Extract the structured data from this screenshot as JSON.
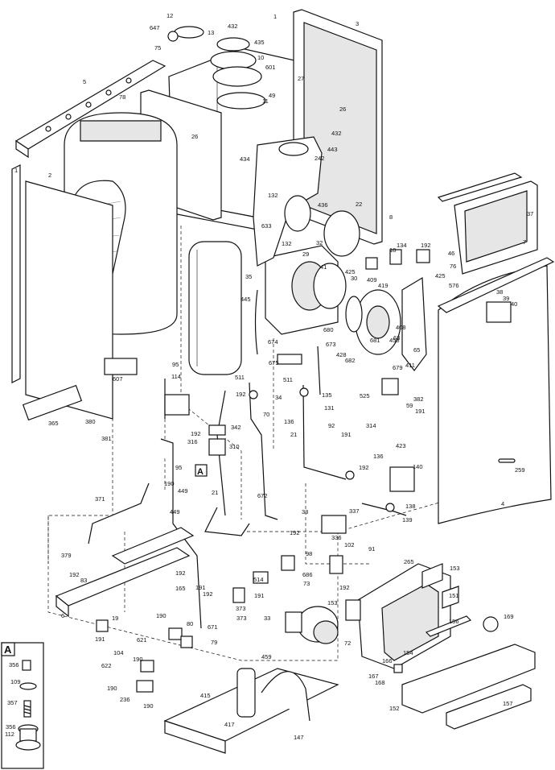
{
  "diagram": {
    "inset_label": "A",
    "inset_marker": "A",
    "callouts": [
      {
        "id": "c12",
        "text": "12"
      },
      {
        "id": "c647",
        "text": "647"
      },
      {
        "id": "c13",
        "text": "13"
      },
      {
        "id": "c432a",
        "text": "432"
      },
      {
        "id": "c75a",
        "text": "75"
      },
      {
        "id": "c435",
        "text": "435"
      },
      {
        "id": "c10",
        "text": "10"
      },
      {
        "id": "c1a",
        "text": "1"
      },
      {
        "id": "c3",
        "text": "3"
      },
      {
        "id": "c601",
        "text": "601"
      },
      {
        "id": "c27",
        "text": "27"
      },
      {
        "id": "c49",
        "text": "49"
      },
      {
        "id": "c11",
        "text": "11"
      },
      {
        "id": "c5",
        "text": "5"
      },
      {
        "id": "c78",
        "text": "78"
      },
      {
        "id": "c26a",
        "text": "26"
      },
      {
        "id": "c26b",
        "text": "26"
      },
      {
        "id": "c432b",
        "text": "432"
      },
      {
        "id": "c443",
        "text": "443"
      },
      {
        "id": "c434",
        "text": "434"
      },
      {
        "id": "c242",
        "text": "242"
      },
      {
        "id": "c1b",
        "text": "1"
      },
      {
        "id": "c2",
        "text": "2"
      },
      {
        "id": "c132a",
        "text": "132"
      },
      {
        "id": "c436",
        "text": "436"
      },
      {
        "id": "c22",
        "text": "22"
      },
      {
        "id": "c8",
        "text": "8"
      },
      {
        "id": "c37",
        "text": "37"
      },
      {
        "id": "c633",
        "text": "633"
      },
      {
        "id": "c132b",
        "text": "132"
      },
      {
        "id": "c32",
        "text": "32"
      },
      {
        "id": "c18",
        "text": "18"
      },
      {
        "id": "c134",
        "text": "134"
      },
      {
        "id": "c192a",
        "text": "192"
      },
      {
        "id": "c46",
        "text": "46"
      },
      {
        "id": "c7",
        "text": "7"
      },
      {
        "id": "c29",
        "text": "29"
      },
      {
        "id": "c41",
        "text": "41"
      },
      {
        "id": "c425a",
        "text": "425"
      },
      {
        "id": "c30",
        "text": "30"
      },
      {
        "id": "c409",
        "text": "409"
      },
      {
        "id": "c419",
        "text": "419"
      },
      {
        "id": "c425b",
        "text": "425"
      },
      {
        "id": "c76",
        "text": "76"
      },
      {
        "id": "c576",
        "text": "576"
      },
      {
        "id": "c35",
        "text": "35"
      },
      {
        "id": "c445",
        "text": "445"
      },
      {
        "id": "c38",
        "text": "38"
      },
      {
        "id": "c39",
        "text": "39"
      },
      {
        "id": "c40",
        "text": "40"
      },
      {
        "id": "c680",
        "text": "680"
      },
      {
        "id": "c674",
        "text": "674"
      },
      {
        "id": "c673",
        "text": "673"
      },
      {
        "id": "c408",
        "text": "408"
      },
      {
        "id": "c458",
        "text": "458"
      },
      {
        "id": "c428",
        "text": "428"
      },
      {
        "id": "c682",
        "text": "682"
      },
      {
        "id": "c675",
        "text": "675"
      },
      {
        "id": "c95a",
        "text": "95"
      },
      {
        "id": "c114",
        "text": "114"
      },
      {
        "id": "c607",
        "text": "607"
      },
      {
        "id": "c511a",
        "text": "511"
      },
      {
        "id": "c511b",
        "text": "511"
      },
      {
        "id": "c681",
        "text": "681"
      },
      {
        "id": "c63",
        "text": "63"
      },
      {
        "id": "c65",
        "text": "65"
      },
      {
        "id": "c411",
        "text": "411"
      },
      {
        "id": "c679",
        "text": "679"
      },
      {
        "id": "c192b",
        "text": "192"
      },
      {
        "id": "c34",
        "text": "34"
      },
      {
        "id": "c135",
        "text": "135"
      },
      {
        "id": "c525",
        "text": "525"
      },
      {
        "id": "c59",
        "text": "59"
      },
      {
        "id": "c382",
        "text": "382"
      },
      {
        "id": "c131",
        "text": "131"
      },
      {
        "id": "c191a",
        "text": "191"
      },
      {
        "id": "c365",
        "text": "365"
      },
      {
        "id": "c70",
        "text": "70"
      },
      {
        "id": "c136a",
        "text": "136"
      },
      {
        "id": "c380",
        "text": "380"
      },
      {
        "id": "c381",
        "text": "381"
      },
      {
        "id": "c342",
        "text": "342"
      },
      {
        "id": "c92",
        "text": "92"
      },
      {
        "id": "c314",
        "text": "314"
      },
      {
        "id": "c316",
        "text": "316"
      },
      {
        "id": "c310",
        "text": "310"
      },
      {
        "id": "c192c",
        "text": "192"
      },
      {
        "id": "c21a",
        "text": "21"
      },
      {
        "id": "c191b",
        "text": "191"
      },
      {
        "id": "c423",
        "text": "423"
      },
      {
        "id": "c136b",
        "text": "136"
      },
      {
        "id": "c95b",
        "text": "95"
      },
      {
        "id": "c259",
        "text": "259"
      },
      {
        "id": "c192d",
        "text": "192"
      },
      {
        "id": "c140",
        "text": "140"
      },
      {
        "id": "c190a",
        "text": "190"
      },
      {
        "id": "c449a",
        "text": "449"
      },
      {
        "id": "c449b",
        "text": "449"
      },
      {
        "id": "c21b",
        "text": "21"
      },
      {
        "id": "c672",
        "text": "672"
      },
      {
        "id": "c371",
        "text": "371"
      },
      {
        "id": "c33a",
        "text": "33"
      },
      {
        "id": "c337",
        "text": "337"
      },
      {
        "id": "c138",
        "text": "138"
      },
      {
        "id": "c4",
        "text": "4"
      },
      {
        "id": "c139",
        "text": "139"
      },
      {
        "id": "c192e",
        "text": "192"
      },
      {
        "id": "c336",
        "text": "336"
      },
      {
        "id": "c102",
        "text": "102"
      },
      {
        "id": "c91",
        "text": "91"
      },
      {
        "id": "c379",
        "text": "379"
      },
      {
        "id": "c98",
        "text": "98"
      },
      {
        "id": "c265",
        "text": "265"
      },
      {
        "id": "c153a",
        "text": "153"
      },
      {
        "id": "c192f",
        "text": "192"
      },
      {
        "id": "c83",
        "text": "83"
      },
      {
        "id": "c514",
        "text": "514"
      },
      {
        "id": "c686",
        "text": "686"
      },
      {
        "id": "c73",
        "text": "73"
      },
      {
        "id": "c191c",
        "text": "191"
      },
      {
        "id": "c165",
        "text": "165"
      },
      {
        "id": "c192g",
        "text": "192"
      },
      {
        "id": "c192h",
        "text": "192"
      },
      {
        "id": "c192i",
        "text": "192"
      },
      {
        "id": "c151",
        "text": "151"
      },
      {
        "id": "c6",
        "text": "6"
      },
      {
        "id": "c191d",
        "text": "191"
      },
      {
        "id": "c373a",
        "text": "373"
      },
      {
        "id": "c373b",
        "text": "373"
      },
      {
        "id": "c153b",
        "text": "153"
      },
      {
        "id": "c19",
        "text": "19"
      },
      {
        "id": "c190b",
        "text": "190"
      },
      {
        "id": "c80",
        "text": "80"
      },
      {
        "id": "c671",
        "text": "671"
      },
      {
        "id": "c33b",
        "text": "33"
      },
      {
        "id": "c156",
        "text": "156"
      },
      {
        "id": "c169",
        "text": "169"
      },
      {
        "id": "c191e",
        "text": "191"
      },
      {
        "id": "c621",
        "text": "621"
      },
      {
        "id": "c104",
        "text": "104"
      },
      {
        "id": "c79",
        "text": "79"
      },
      {
        "id": "c72",
        "text": "72"
      },
      {
        "id": "c622",
        "text": "622"
      },
      {
        "id": "c190c",
        "text": "190"
      },
      {
        "id": "c154",
        "text": "154"
      },
      {
        "id": "c459",
        "text": "459"
      },
      {
        "id": "c166",
        "text": "166"
      },
      {
        "id": "c167",
        "text": "167"
      },
      {
        "id": "c168",
        "text": "168"
      },
      {
        "id": "c190d",
        "text": "190"
      },
      {
        "id": "c415",
        "text": "415"
      },
      {
        "id": "c236",
        "text": "236"
      },
      {
        "id": "c190e",
        "text": "190"
      },
      {
        "id": "c152",
        "text": "152"
      },
      {
        "id": "c157",
        "text": "157"
      },
      {
        "id": "c417",
        "text": "417"
      },
      {
        "id": "c147",
        "text": "147"
      },
      {
        "id": "c356a",
        "text": "356"
      },
      {
        "id": "c109",
        "text": "109"
      },
      {
        "id": "c357",
        "text": "357"
      },
      {
        "id": "c358",
        "text": "356"
      },
      {
        "id": "c112",
        "text": "112"
      }
    ]
  }
}
